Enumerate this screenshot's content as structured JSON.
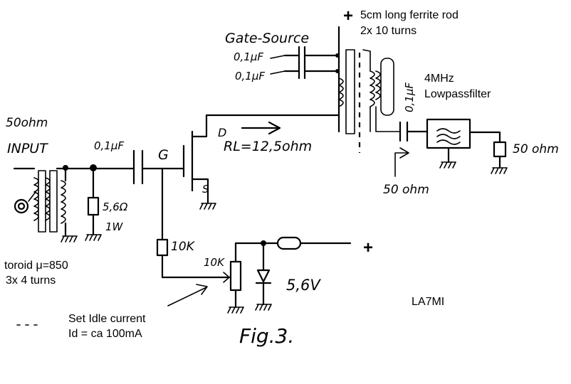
{
  "labels": {
    "supply_top": "+",
    "ferrite_line1": "5cm long ferrite rod",
    "ferrite_line2": "2x 10 turns",
    "gate_source": "Gate-Source",
    "cap_top_1": "0,1µF",
    "cap_top_2": "0,1µF",
    "cap_output": "0,1µF",
    "lpf_line1": "4MHz",
    "lpf_line2": "Lowpassfilter",
    "input_ohm": "50ohm",
    "input": "INPUT",
    "cap_input": "0,1µF",
    "gate": "G",
    "drain": "D",
    "load": "RL=12,5ohm",
    "source": "S",
    "resistor_56": "5,6Ω",
    "power_1w": "1W",
    "output_ohm": "50 ohm",
    "tap_ohm": "50 ohm",
    "resistor_10k": "10K",
    "pot_10k": "10K",
    "zener": "5,6V",
    "supply_right": "+",
    "toroid_line1": "toroid μ=850",
    "toroid_line2": "3x 4 turns",
    "idle_line1": "Set Idle current",
    "idle_line2": "Id = ca 100mA",
    "author": "LA7MI",
    "figure": "Fig.3."
  },
  "icons": {
    "connector": "bnc-connector-icon",
    "ground": "ground-icon",
    "transistor": "mosfet-icon",
    "filter": "lowpass-filter-icon"
  }
}
